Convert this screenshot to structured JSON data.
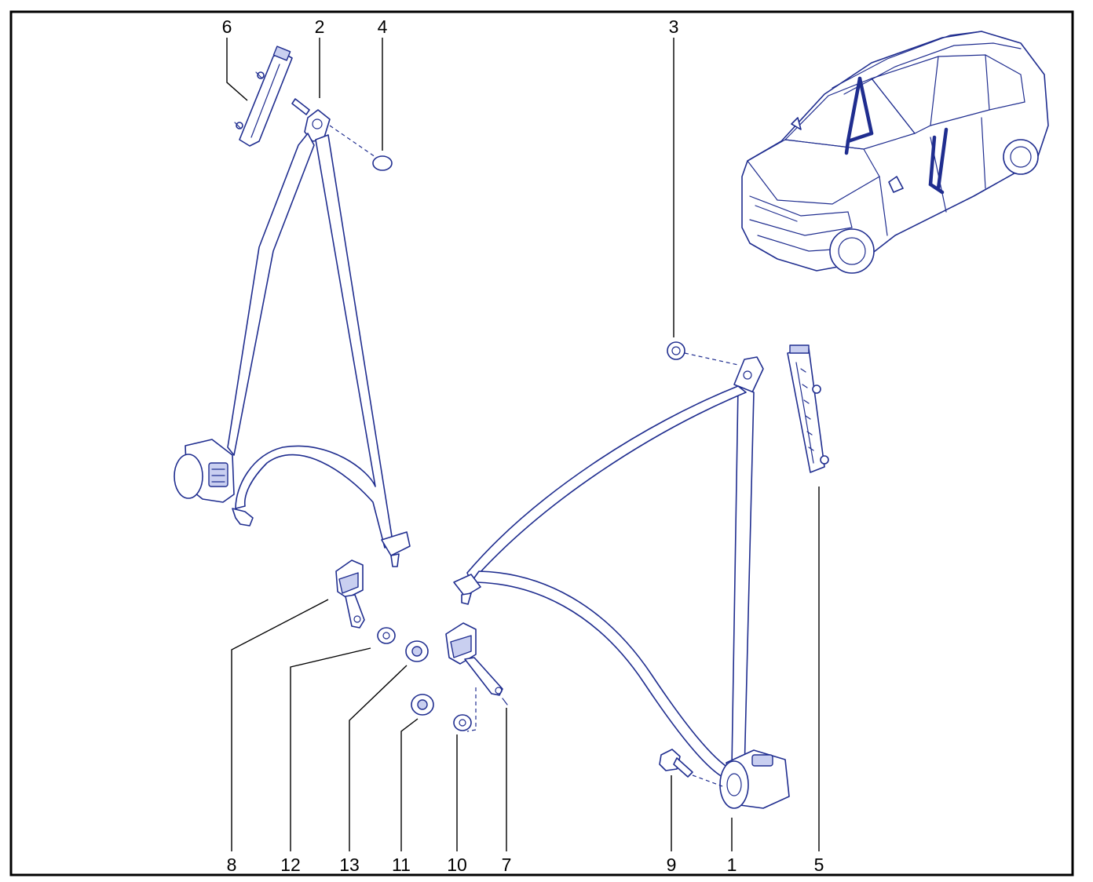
{
  "colors": {
    "line": "#1f2d8f",
    "frame": "#000000",
    "background": "#ffffff"
  },
  "callouts": {
    "c1": "1",
    "c2": "2",
    "c3": "3",
    "c4": "4",
    "c5": "5",
    "c6": "6",
    "c7": "7",
    "c8": "8",
    "c9": "9",
    "c10": "10",
    "c11": "11",
    "c12": "12",
    "c13": "13"
  }
}
